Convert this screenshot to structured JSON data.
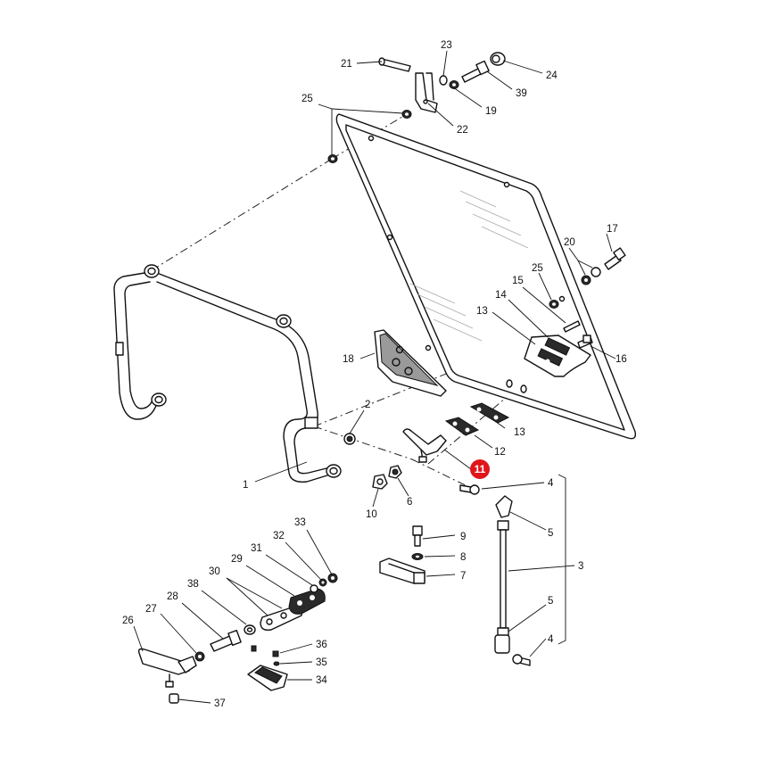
{
  "callouts": [
    {
      "id": "c1",
      "text": "1"
    },
    {
      "id": "c2",
      "text": "2"
    },
    {
      "id": "c3",
      "text": "3"
    },
    {
      "id": "c4a",
      "text": "4"
    },
    {
      "id": "c4b",
      "text": "4"
    },
    {
      "id": "c5a",
      "text": "5"
    },
    {
      "id": "c5b",
      "text": "5"
    },
    {
      "id": "c6",
      "text": "6"
    },
    {
      "id": "c7",
      "text": "7"
    },
    {
      "id": "c8",
      "text": "8"
    },
    {
      "id": "c9",
      "text": "9"
    },
    {
      "id": "c10",
      "text": "10"
    },
    {
      "id": "c12",
      "text": "12"
    },
    {
      "id": "c13a",
      "text": "13"
    },
    {
      "id": "c13b",
      "text": "13"
    },
    {
      "id": "c14",
      "text": "14"
    },
    {
      "id": "c15",
      "text": "15"
    },
    {
      "id": "c16",
      "text": "16"
    },
    {
      "id": "c17",
      "text": "17"
    },
    {
      "id": "c18",
      "text": "18"
    },
    {
      "id": "c19",
      "text": "19"
    },
    {
      "id": "c20",
      "text": "20"
    },
    {
      "id": "c21",
      "text": "21"
    },
    {
      "id": "c22",
      "text": "22"
    },
    {
      "id": "c23",
      "text": "23"
    },
    {
      "id": "c24",
      "text": "24"
    },
    {
      "id": "c25a",
      "text": "25"
    },
    {
      "id": "c25b",
      "text": "25"
    },
    {
      "id": "c26",
      "text": "26"
    },
    {
      "id": "c27",
      "text": "27"
    },
    {
      "id": "c28",
      "text": "28"
    },
    {
      "id": "c29",
      "text": "29"
    },
    {
      "id": "c30",
      "text": "30"
    },
    {
      "id": "c31",
      "text": "31"
    },
    {
      "id": "c32",
      "text": "32"
    },
    {
      "id": "c33",
      "text": "33"
    },
    {
      "id": "c34",
      "text": "34"
    },
    {
      "id": "c35",
      "text": "35"
    },
    {
      "id": "c36",
      "text": "36"
    },
    {
      "id": "c37",
      "text": "37"
    },
    {
      "id": "c38",
      "text": "38"
    },
    {
      "id": "c39",
      "text": "39"
    }
  ],
  "highlight": {
    "text": "11",
    "color": "#e0161b"
  },
  "colors": {
    "ink": "#111111",
    "background": "#ffffff"
  }
}
